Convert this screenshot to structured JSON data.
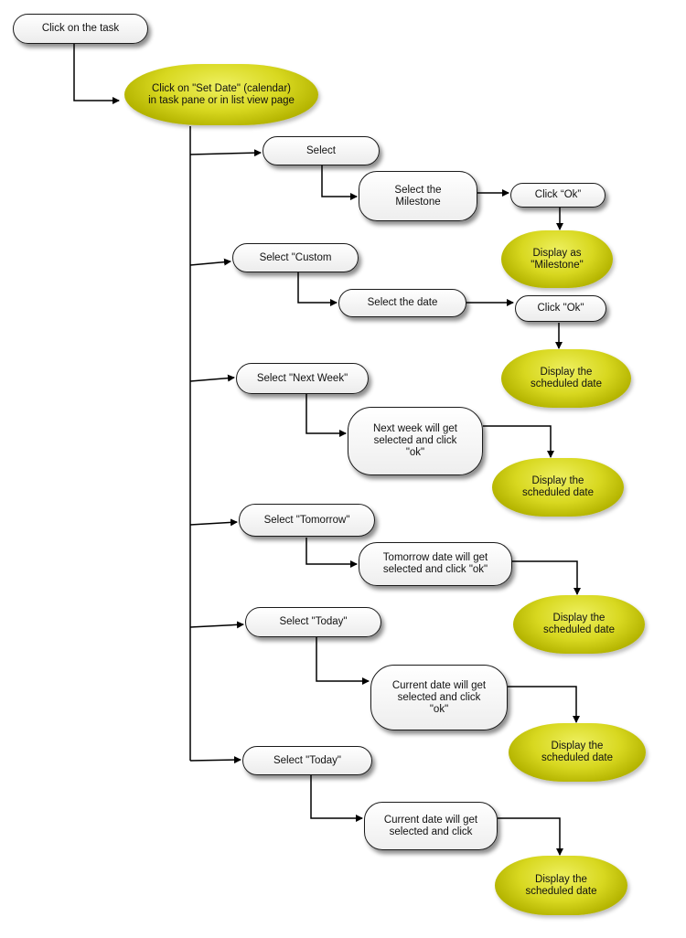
{
  "colors": {
    "line": "#000000",
    "olive": "#c8c800",
    "box_border": "#1a1a1a"
  },
  "nodes": {
    "n1": "Click on the task",
    "n2": "Click on \"Set Date\" (calendar)\nin task pane or in list view page",
    "s1": "Select",
    "s1b": "Select the\nMilestone",
    "s1c": "Click “Ok”",
    "s1d": "Display as\n\"Milestone\"",
    "s2": "Select \"Custom",
    "s2b": "Select the date",
    "s2c": "Click \"Ok\"",
    "s2d": "Display the\nscheduled date",
    "s3": "Select \"Next Week\"",
    "s3b": "Next week will get\nselected and click\n\"ok\"",
    "s3d": "Display the\nscheduled date",
    "s4": "Select \"Tomorrow\"",
    "s4b": "Tomorrow date    will get\nselected and click \"ok\"",
    "s4d": "Display the\nscheduled date",
    "s5": "Select \"Today\"",
    "s5b": "Current date will get\nselected and click\n\"ok\"",
    "s5d": "Display the\nscheduled date",
    "s6": "Select \"Today\"",
    "s6b": "Current date will get\nselected and click",
    "s6d": "Display the\nscheduled date"
  }
}
